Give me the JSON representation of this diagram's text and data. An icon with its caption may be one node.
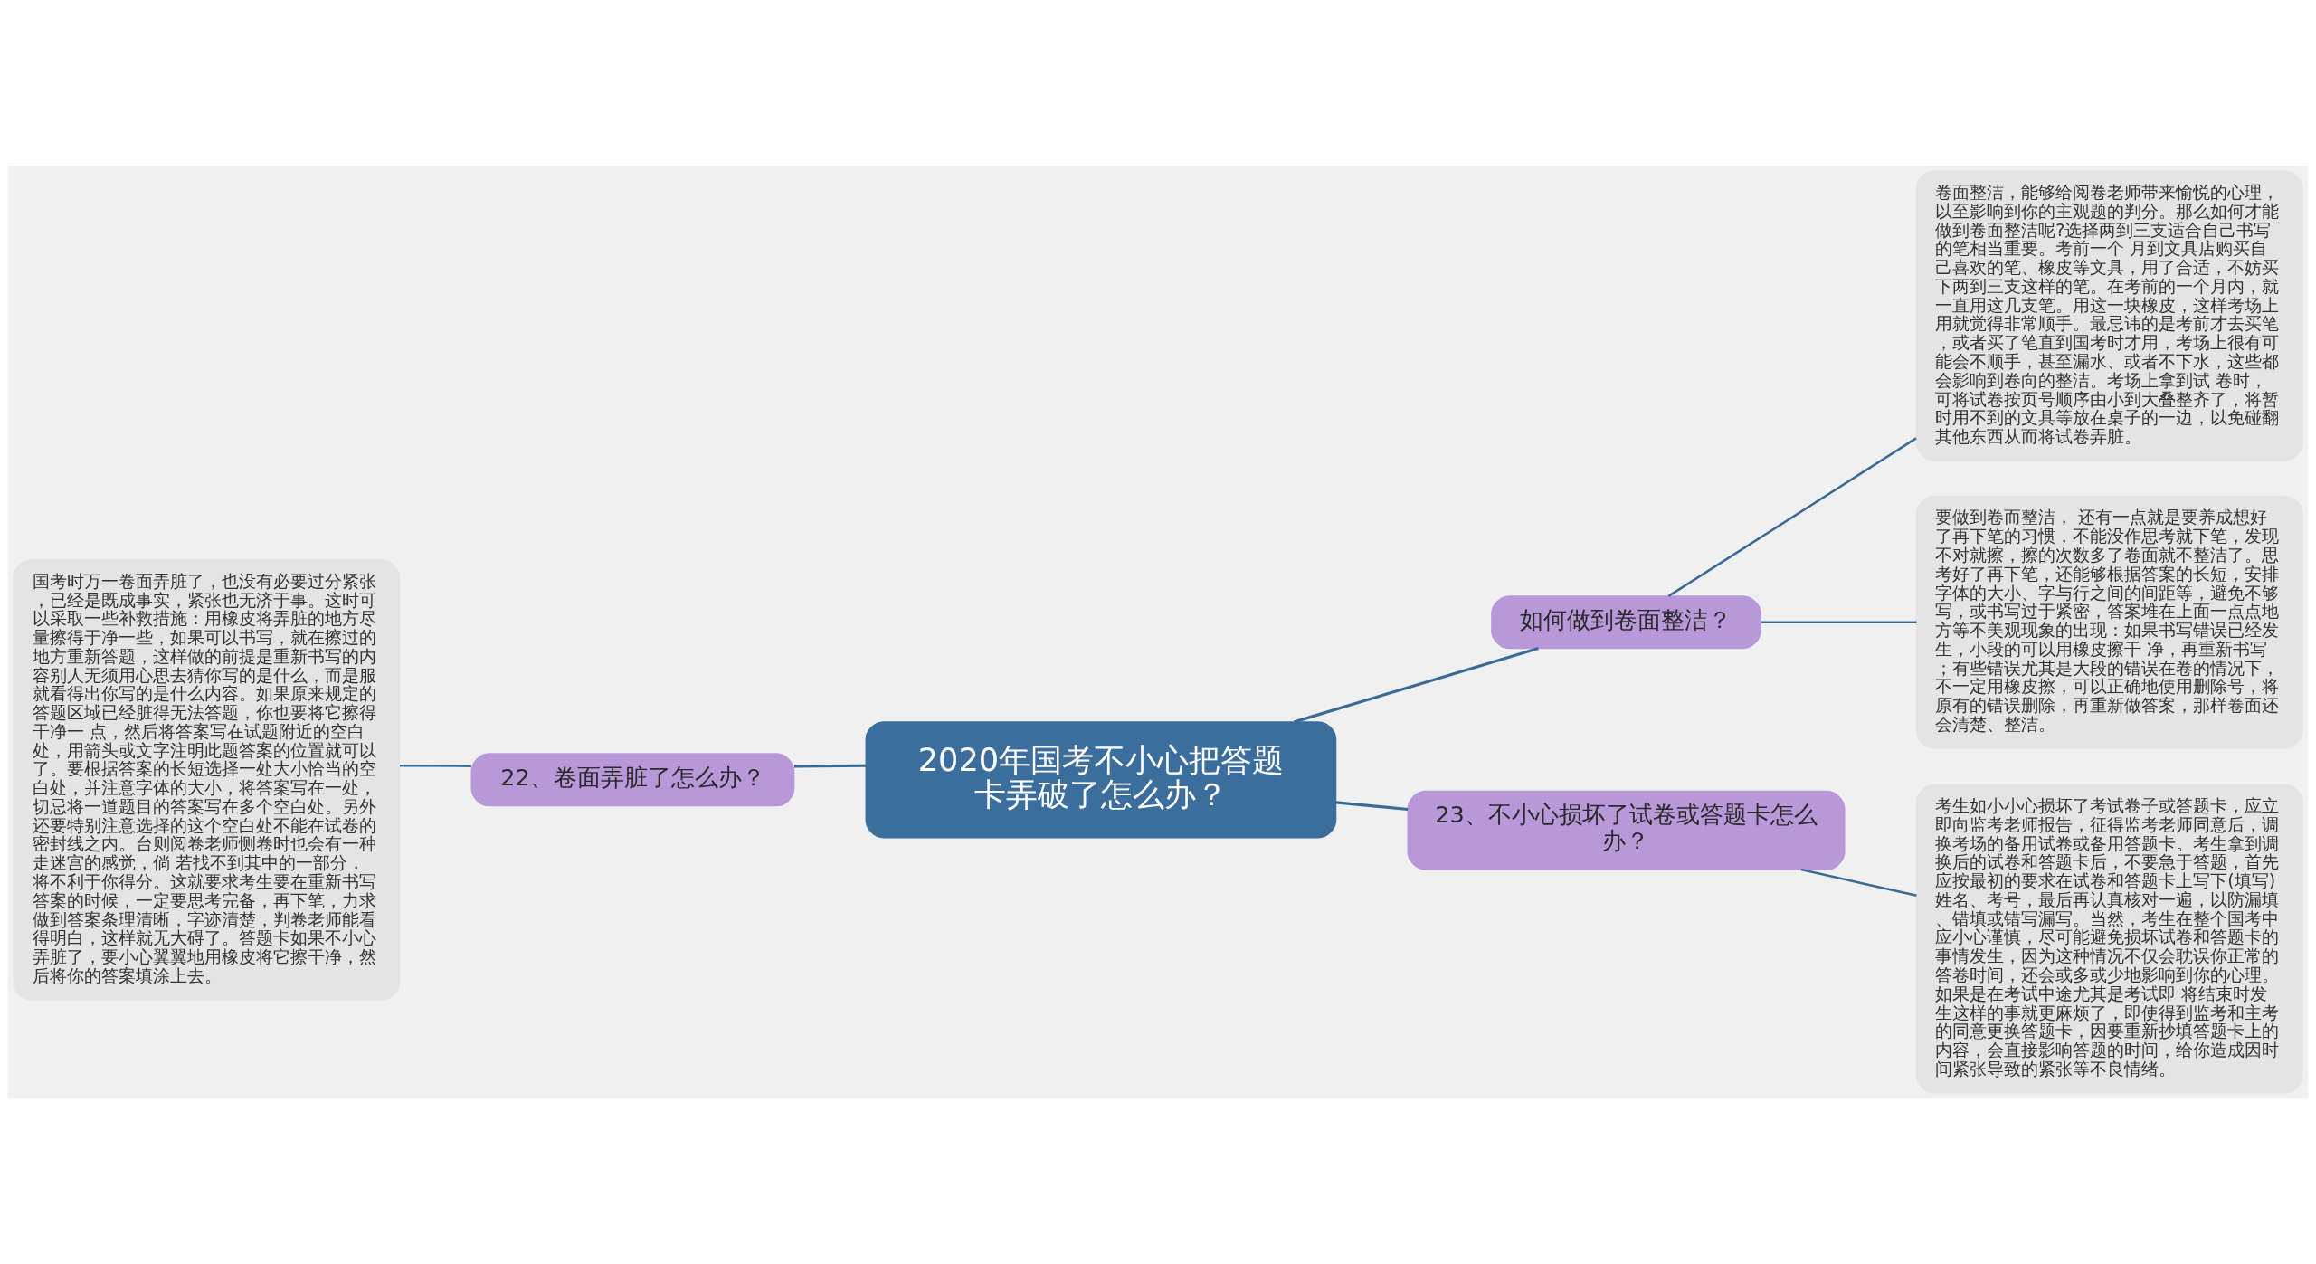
{
  "diagram": {
    "nodes": [
      {
        "text": [
          "2020年国考不小心把答题卡弄破了怎么办？"
        ]
      },
      {
        "text": [
          "如何做到卷面整洁？"
        ]
      },
      {
        "text": [
          "卷面整洁，能够给阅卷老师带来愉悦的心理，以至影响到你的主观题的判分。那么如何才能做到卷面整洁呢?选择两到三支适合自己书写的笔相当重要。考前一个 月到文具店购买自己喜欢的笔、橡皮等文具，用了合适，不妨买下两到三支这样的笔。在考前的一个月内，就一直用这几支笔。用这一块橡皮，这样考场上用就觉得非常顺手。最忌讳的是考前才去买笔，或者买了笔直到国考时才用，考场上很有可能会不顺手，甚至漏水、或者不下水，这些都会影响到卷向的整洁。考场上拿到试 卷时，可将试卷按页号顺序由小到大叠整齐了，将暂时用不到的文具等放在桌子的一边，以免碰翻其他东西从而将试卷弄脏。"
        ]
      },
      {
        "text": [
          "要做到卷而整洁， 还有一点就是要养成想好了再下笔的习惯，不能没作思考就下笔，发现不对就擦，擦的次数多了卷面就不整洁了。思考好了再下笔，还能够根据答案的长短，安排字体的大小、字与行之间的间距等，避免不够写，或书写过于紧密，答案堆在上面一点点地方等不美观现象的出现：如果书写错误已经发生，小段的可以用橡皮擦干 净，再重新书写；有些错误尤其是大段的错误在卷的情况下，不一定用橡皮擦，可以正确地使用删除号，将原有的错误删除，再重新做答案，那样卷面还会清楚、整洁。"
        ]
      },
      {
        "text": [
          "22、卷面弄脏了怎么办？"
        ]
      },
      {
        "text": [
          "国考时万一卷面弄脏了，也没有必要过分紧张，已经是既成事实，紧张也无济于事。这时可以采取一些补救措施：用橡皮将弄脏的地方尽量擦得于净一些，如果可以书写，就在擦过的地方重新答题，这样做的前提是重新书写的内容别人无须用心思去猜你写的是什么，而是服就看得出你写的是什么内容。如果原来规定的答题区域已经脏得无法答题，你也要将它擦得干净一 点，然后将答案写在试题附近的空白处，用箭头或文字注明此题答案的位置就可以了。要根据答案的长短选择一处大小恰当的空白处，并注意字体的大小，将答案写在一处，切忌将一道题目的答案写在多个空白处。另外还要特别注意选择的这个空白处不能在试卷的密封线之内。台则阅卷老师恻卷时也会有一种走迷宫的感觉，倘 若找不到其中的一部分，将不利于你得分。这就要求考生要在重新书写答案的时候，一定要思考完备，再下笔，力求做到答案条理清晰，字迹清楚，判卷老师能看得明白，这样就无大碍了。答题卡如果不小心弄脏了，要小心翼翼地用橡皮将它擦干净，然后将你的答案填涂上去。"
        ]
      },
      {
        "text": [
          "23、不小心损坏了试卷或答题卡怎么办？"
        ]
      },
      {
        "text": [
          "考生如小小心损坏了考试卷子或答题卡，应立即向监考老师报告，征得监考老师同意后，调换考场的备用试卷或备用答题卡。考生拿到调换后的试卷和答题卡后，不要急于答题，首先应按最初的要求在试卷和答题卡上写下(填写)姓名、考号，最后再认真核对一遍，以防漏填、错填或错写漏写。当然，考生在整个国考中应小心谨慎，尽可能避免损坏试卷和答题卡的事情发生，因为这种情况不仅会耽误你正常的答卷时间，还会或多或少地影响到你的心理。如果是在考试中途尤其是考试即 将结束时发生这样的事就更麻烦了，即使得到监考和主考的同意更换答题卡，因要重新抄填答题卡上的内容，会直接影响答题的时间，给你造成因时间紧张导致的紧张等不良情绪。"
        ]
      }
    ],
    "edges": [
      {
        "from": 0,
        "to": 1,
        "arrow": "none"
      },
      {
        "from": 1,
        "to": 2,
        "arrow": "none"
      },
      {
        "from": 1,
        "to": 3,
        "arrow": "none"
      },
      {
        "from": 0,
        "to": 4,
        "arrow": "none"
      },
      {
        "from": 4,
        "to": 5,
        "arrow": "none"
      },
      {
        "from": 0,
        "to": 6,
        "arrow": "none"
      },
      {
        "from": 6,
        "to": 7,
        "arrow": "none"
      }
    ]
  }
}
